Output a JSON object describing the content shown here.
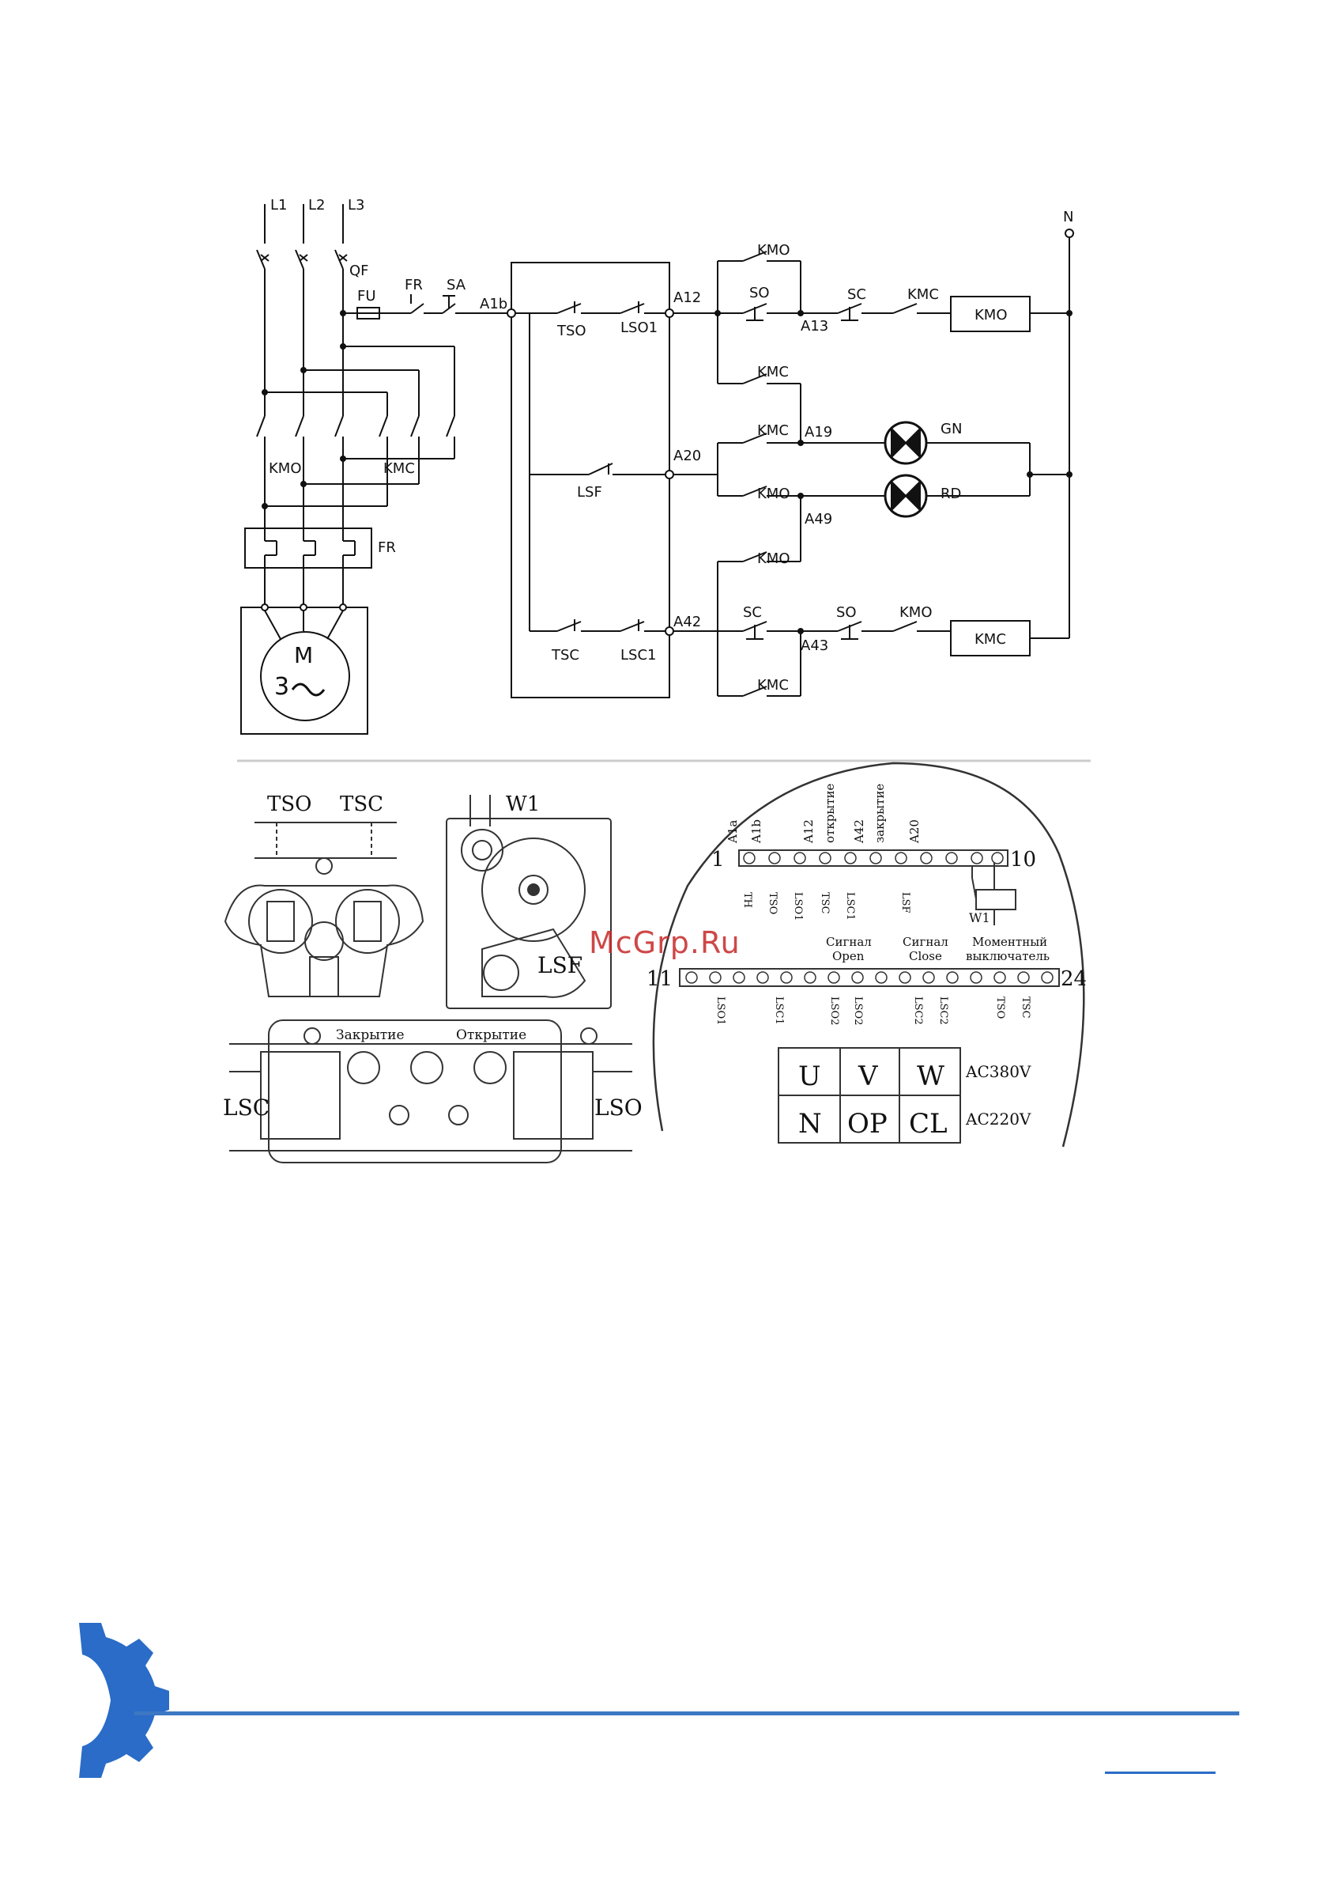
{
  "watermark": "McGrp.Ru",
  "schematic": {
    "phases": [
      "L1",
      "L2",
      "L3"
    ],
    "neutral": "N",
    "qf": "QF",
    "fu": "FU",
    "fr_contact": "FR",
    "sa": "SA",
    "fr_relay": "FR",
    "kmo": "KMO",
    "kmc": "KMC",
    "motor_m": "M",
    "motor_3": "3",
    "nodes": {
      "a1b": "A1b",
      "a12": "A12",
      "a13": "A13",
      "a19": "A19",
      "a20": "A20",
      "a49": "A49",
      "a42": "A42",
      "a43": "A43"
    },
    "contacts": {
      "tso": "TSO",
      "lso1": "LSO1",
      "lsf": "LSF",
      "tsc": "TSC",
      "lsc1": "LSC1",
      "so": "SO",
      "sc": "SC"
    },
    "lamps": {
      "green": "GN",
      "red": "RD"
    },
    "coils": {
      "open": "KMO",
      "close": "KMC"
    }
  },
  "switchblock": {
    "tso": "TSO",
    "tsc": "TSC",
    "w1": "W1",
    "lsf": "LSF",
    "close_label": "Закрытие",
    "open_label": "Открытие",
    "lsc": "LSC",
    "lso": "LSO"
  },
  "terminal": {
    "top_numbers": {
      "left": "1",
      "right": "10"
    },
    "bottom_numbers": {
      "left": "11",
      "right": "24"
    },
    "top_labels": [
      "A1a",
      "A1b",
      "A12",
      "открытие",
      "A42",
      "закрытие",
      "A20"
    ],
    "top_contacts": [
      "TH",
      "TSO",
      "LSO1",
      "TSC",
      "LSC1",
      "LSF"
    ],
    "w1": "W1",
    "signal_open": [
      "Сигнал",
      "Open"
    ],
    "signal_close": [
      "Сигнал",
      "Close"
    ],
    "torque": [
      "Моментный",
      "выключатель"
    ],
    "bottom_contacts": [
      "LSO1",
      "LSC1",
      "LSO2",
      "LSO2",
      "LSC2",
      "LSC2",
      "TSO",
      "TSC"
    ],
    "voltage_table": {
      "row1": [
        "U",
        "V",
        "W"
      ],
      "row1_label": "AC380V",
      "row2": [
        "N",
        "OP",
        "CL"
      ],
      "row2_label": "AC220V"
    }
  },
  "footer": {
    "brand_color": "#2a6cc7",
    "rule_color": "#3c78c3"
  }
}
